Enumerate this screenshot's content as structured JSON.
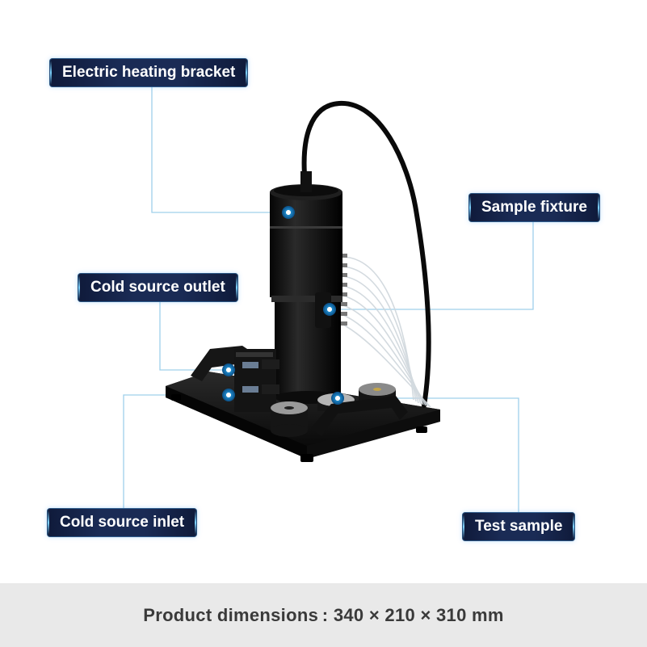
{
  "labels": {
    "electric_heating_bracket": "Electric heating bracket",
    "sample_fixture": "Sample fixture",
    "cold_source_outlet": "Cold source outlet",
    "cold_source_inlet": "Cold source inlet",
    "test_sample": "Test sample"
  },
  "footer": {
    "dimensions": "Product dimensions : 340 × 210 × 310 mm"
  },
  "colors": {
    "label_bg": "#1a2b55",
    "leader_line": "#9fd0ea",
    "device": "#151515",
    "footer_bg": "#e9e9e9"
  }
}
